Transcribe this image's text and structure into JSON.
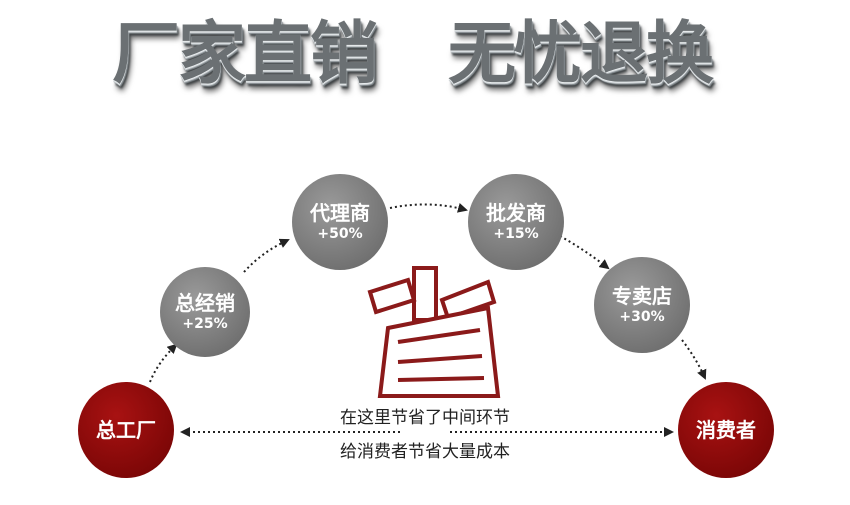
{
  "title": {
    "left": "厂家直销",
    "right": "无忧退换"
  },
  "nodes": [
    {
      "name": "总工厂",
      "pct": ""
    },
    {
      "name": "总经销",
      "pct": "+25%"
    },
    {
      "name": "代理商",
      "pct": "+50%"
    },
    {
      "name": "批发商",
      "pct": "+15%"
    },
    {
      "name": "专卖店",
      "pct": "+30%"
    },
    {
      "name": "消费者",
      "pct": ""
    }
  ],
  "center_glyph": "省",
  "note": {
    "line1": "在这里节省了中间环节",
    "line2": "给消费者节省大量成本"
  },
  "colors": {
    "node_gray": "#7a7a7a",
    "node_red": "#8b0a0a",
    "glyph_red": "#8b1a1a",
    "arrow": "#222222"
  }
}
